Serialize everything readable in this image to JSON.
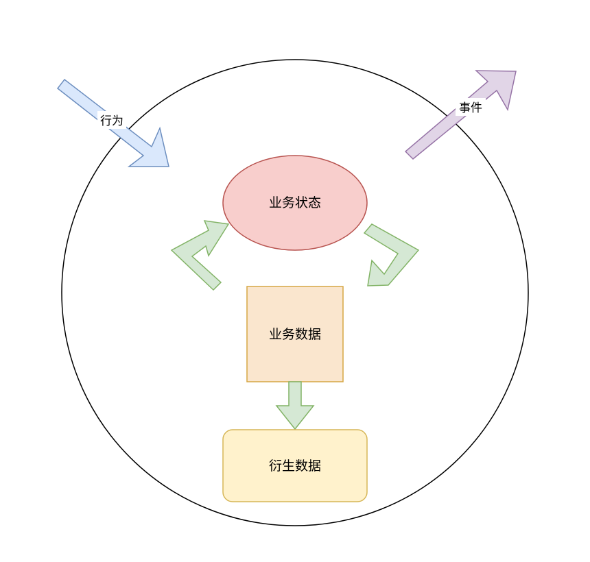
{
  "nodes": {
    "state": {
      "label": "业务状态",
      "fill": "#f8cecc",
      "stroke": "#b85450"
    },
    "data": {
      "label": "业务数据",
      "fill": "#fae6ce",
      "stroke": "#d6a643"
    },
    "derived": {
      "label": "衍生数据",
      "fill": "#fff2cc",
      "stroke": "#d6b656"
    }
  },
  "arrows": {
    "behavior": {
      "label": "行为",
      "fill": "#dae8fc",
      "stroke": "#6c8ebf"
    },
    "event": {
      "label": "事件",
      "fill": "#e1d5e7",
      "stroke": "#9673a6"
    },
    "cycle": {
      "fill": "#d5e8d4",
      "stroke": "#82b366"
    }
  },
  "boundary": {
    "stroke": "#000000"
  }
}
